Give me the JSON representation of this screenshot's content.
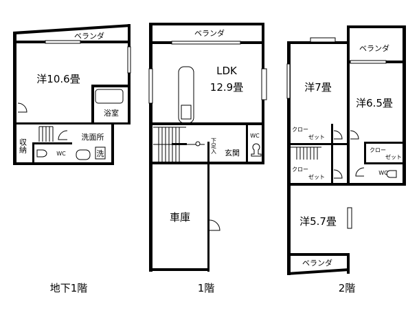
{
  "floors": {
    "basement": {
      "caption": "地下1階",
      "rooms": {
        "veranda": "ベランダ",
        "western": "洋10.6畳",
        "bath": "浴室",
        "washroom": "洗面所",
        "storage": "収納",
        "wc": "WC",
        "washer": "洗"
      }
    },
    "first": {
      "caption": "1階",
      "rooms": {
        "veranda": "ベランダ",
        "ldk": "LDK",
        "ldk_size": "12.9畳",
        "wc": "WC",
        "entrance": "玄関",
        "shoe_storage": "下足入",
        "garage": "車庫"
      }
    },
    "second": {
      "caption": "2階",
      "rooms": {
        "veranda_top": "ベランダ",
        "western_7": "洋7畳",
        "western_65": "洋6.5畳",
        "closet_1a": "クロー",
        "closet_1b": "ゼット",
        "closet_2a": "クロー",
        "closet_2b": "ゼット",
        "closet_3a": "クロー",
        "closet_3b": "ゼット",
        "wc": "WC",
        "western_57": "洋5.7畳",
        "veranda_bottom": "ベランダ"
      }
    }
  }
}
